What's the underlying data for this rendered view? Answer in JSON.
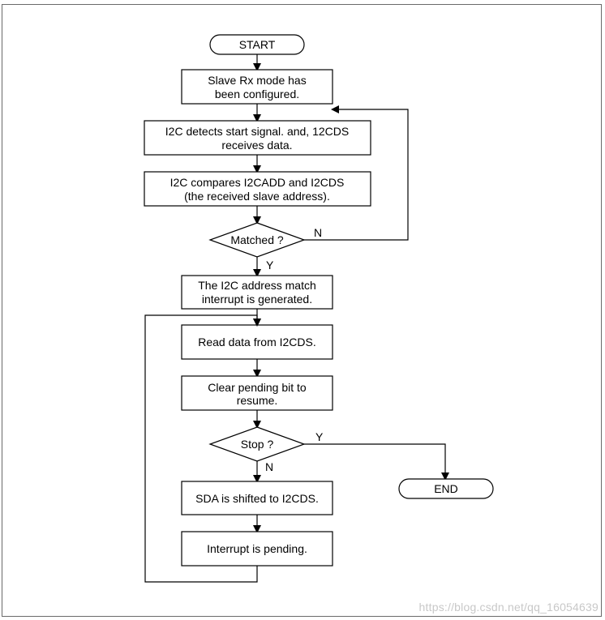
{
  "flowchart": {
    "start": "START",
    "end": "END",
    "step1": [
      "Slave Rx mode has",
      "been configured."
    ],
    "step2": [
      "I2C detects start signal. and, 12CDS",
      "receives data."
    ],
    "step3": [
      "I2C compares I2CADD and I2CDS",
      "(the received slave address)."
    ],
    "decision1": "Matched ?",
    "decision1_no": "N",
    "decision1_yes": "Y",
    "step4": [
      "The I2C address match",
      "interrupt is generated."
    ],
    "step5": "Read data from I2CDS.",
    "step6": [
      "Clear pending bit to",
      "resume."
    ],
    "decision2": "Stop ?",
    "decision2_yes": "Y",
    "decision2_no": "N",
    "step7": "SDA is shifted to I2CDS.",
    "step8": "Interrupt is pending."
  },
  "watermark": "https://blog.csdn.net/qq_16054639"
}
